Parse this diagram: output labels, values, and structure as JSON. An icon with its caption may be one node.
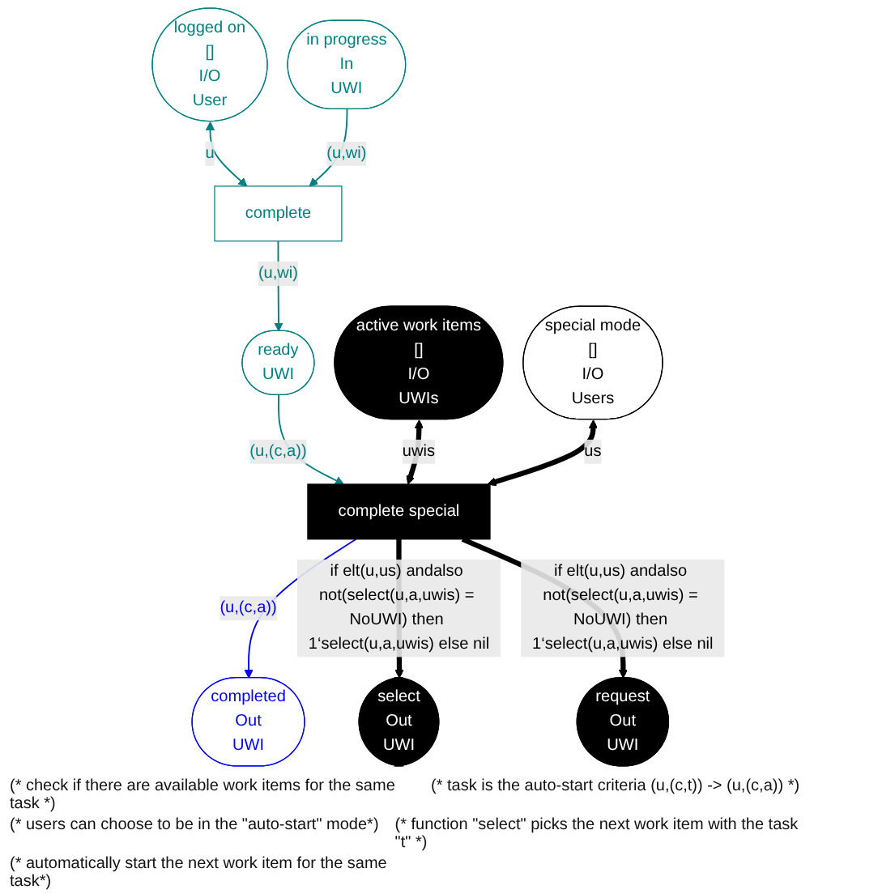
{
  "diagram": {
    "nodes": [
      {
        "text": [
          "logged on",
          "[]",
          "I/O",
          "User"
        ]
      },
      {
        "text": [
          "complete"
        ]
      },
      {
        "text": [
          "in progress",
          "In",
          "UWI"
        ]
      },
      {
        "text": [
          "ready",
          "UWI"
        ]
      },
      {
        "text": [
          "active work items",
          "[]",
          "I/O",
          "UWIs"
        ]
      },
      {
        "text": [
          "special mode",
          "[]",
          "I/O",
          "Users"
        ]
      },
      {
        "text": [
          "complete special"
        ]
      },
      {
        "text": [
          "completed",
          "Out",
          "UWI"
        ]
      },
      {
        "text": [
          "select",
          "Out",
          "UWI"
        ]
      },
      {
        "text": [
          "request",
          "Out",
          "UWI"
        ]
      }
    ],
    "edges": [
      {
        "from": 0,
        "to": 1,
        "arrow": "both",
        "label": "u",
        "color": "#008080"
      },
      {
        "from": 2,
        "to": 1,
        "arrow": "to",
        "label": "(u,wi)",
        "color": "#008080"
      },
      {
        "from": 1,
        "to": 3,
        "arrow": "to",
        "label": "(u,wi)",
        "color": "#008080"
      },
      {
        "from": 3,
        "to": 6,
        "arrow": "to",
        "label": "(u,(c,a))",
        "color": "#008080"
      },
      {
        "from": 4,
        "to": 6,
        "arrow": "both",
        "label": "uwis",
        "style": "thick",
        "color": "#000000"
      },
      {
        "from": 5,
        "to": 6,
        "arrow": "both",
        "label": "us",
        "style": "thick",
        "color": "#000000"
      },
      {
        "from": 6,
        "to": 7,
        "arrow": "to",
        "label": "(u,(c,a))",
        "color": "#0000ff"
      },
      {
        "from": 6,
        "to": 8,
        "arrow": "to",
        "label": "if elt(u,us) andalso not(select(u,a,uwis) = NoUWI) then 1‘select(u,a,uwis) else nil",
        "style": "thick",
        "color": "#000000"
      },
      {
        "from": 6,
        "to": 9,
        "arrow": "to",
        "label": "if elt(u,us) andalso not(select(u,a,uwis) = NoUWI) then 1‘select(u,a,uwis) else nil",
        "style": "thick",
        "color": "#000000"
      }
    ],
    "labels": [
      "(* check if there are available work items for the same task *)",
      "(* task is the auto-start criteria (u,(c,t)) -> (u,(c,a)) *)",
      "(* users can choose to be in the \"auto-start\" mode*)",
      "(* function \"select\" picks the next work item with the task \"t\" *)",
      "(* automatically start the next work item for the same task*)"
    ]
  }
}
